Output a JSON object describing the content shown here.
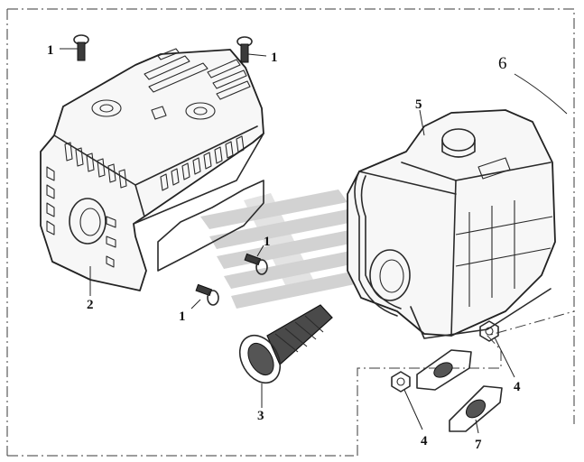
{
  "callouts": {
    "c1_top_left": "1",
    "c1_top_right": "1",
    "c1_mid_upper": "1",
    "c1_mid_lower": "1",
    "c2": "2",
    "c3": "3",
    "c4_right": "4",
    "c4_bottom": "4",
    "c5": "5",
    "c6": "6",
    "c7": "7"
  },
  "colors": {
    "line": "#2a2a2a",
    "watermark": "#bcbcbc",
    "background": "#ffffff"
  }
}
